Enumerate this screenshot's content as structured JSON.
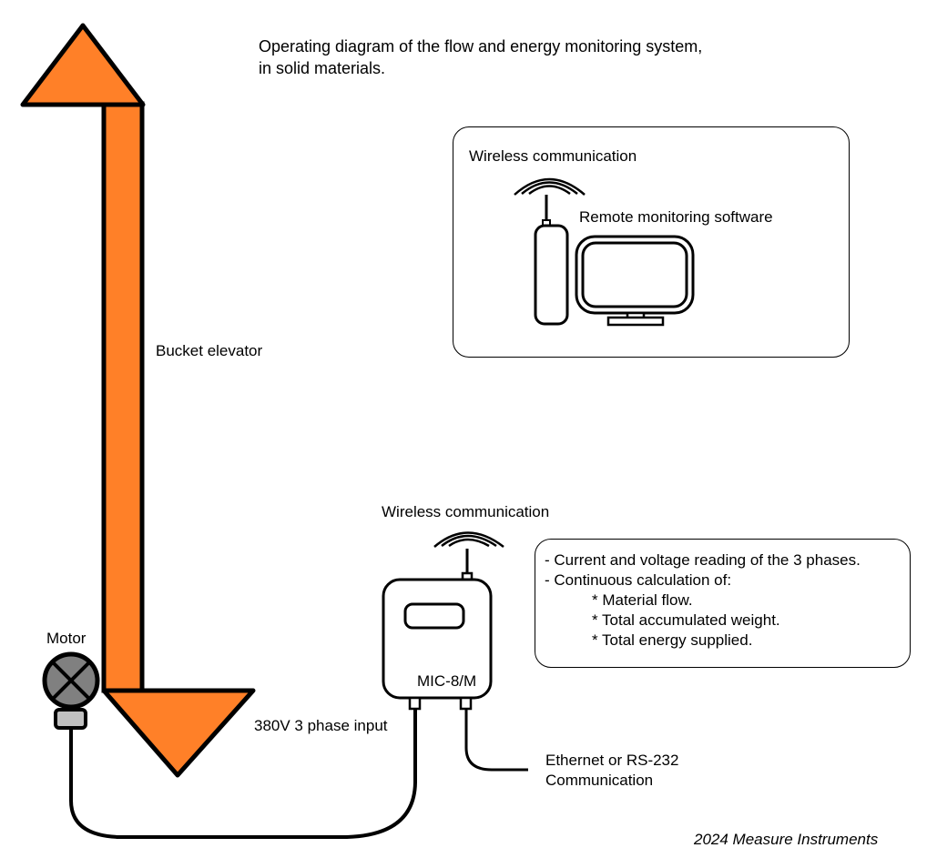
{
  "title": {
    "line1": "Operating diagram of the flow and energy monitoring system,",
    "line2": "in solid materials."
  },
  "colors": {
    "elevator_fill": "#FF8028",
    "motor_fill": "#808080",
    "motor_base_fill": "#C0C0C0",
    "stroke": "#000000"
  },
  "remote_panel": {
    "wireless_label": "Wireless communication",
    "software_label": "Remote monitoring software",
    "icons": [
      "wireless-signal-icon",
      "antenna-modem-icon",
      "monitor-icon"
    ]
  },
  "elevator": {
    "label": "Bucket elevator",
    "icons": [
      "up-arrow-icon",
      "down-arrow-icon"
    ]
  },
  "motor": {
    "label": "Motor",
    "icon": "motor-icon"
  },
  "device": {
    "wireless_label": "Wireless communication",
    "model_label": "MIC-8/M",
    "power_input_label": "380V 3 phase input",
    "comm_label_line1": "Ethernet or RS-232",
    "comm_label_line2": "Communication"
  },
  "features": {
    "items": [
      "- Current and voltage reading of the 3 phases.",
      "- Continuous calculation of:"
    ],
    "sub_items": [
      "* Material flow.",
      "* Total accumulated weight.",
      "* Total energy supplied."
    ]
  },
  "footer": "2024 Measure Instruments"
}
